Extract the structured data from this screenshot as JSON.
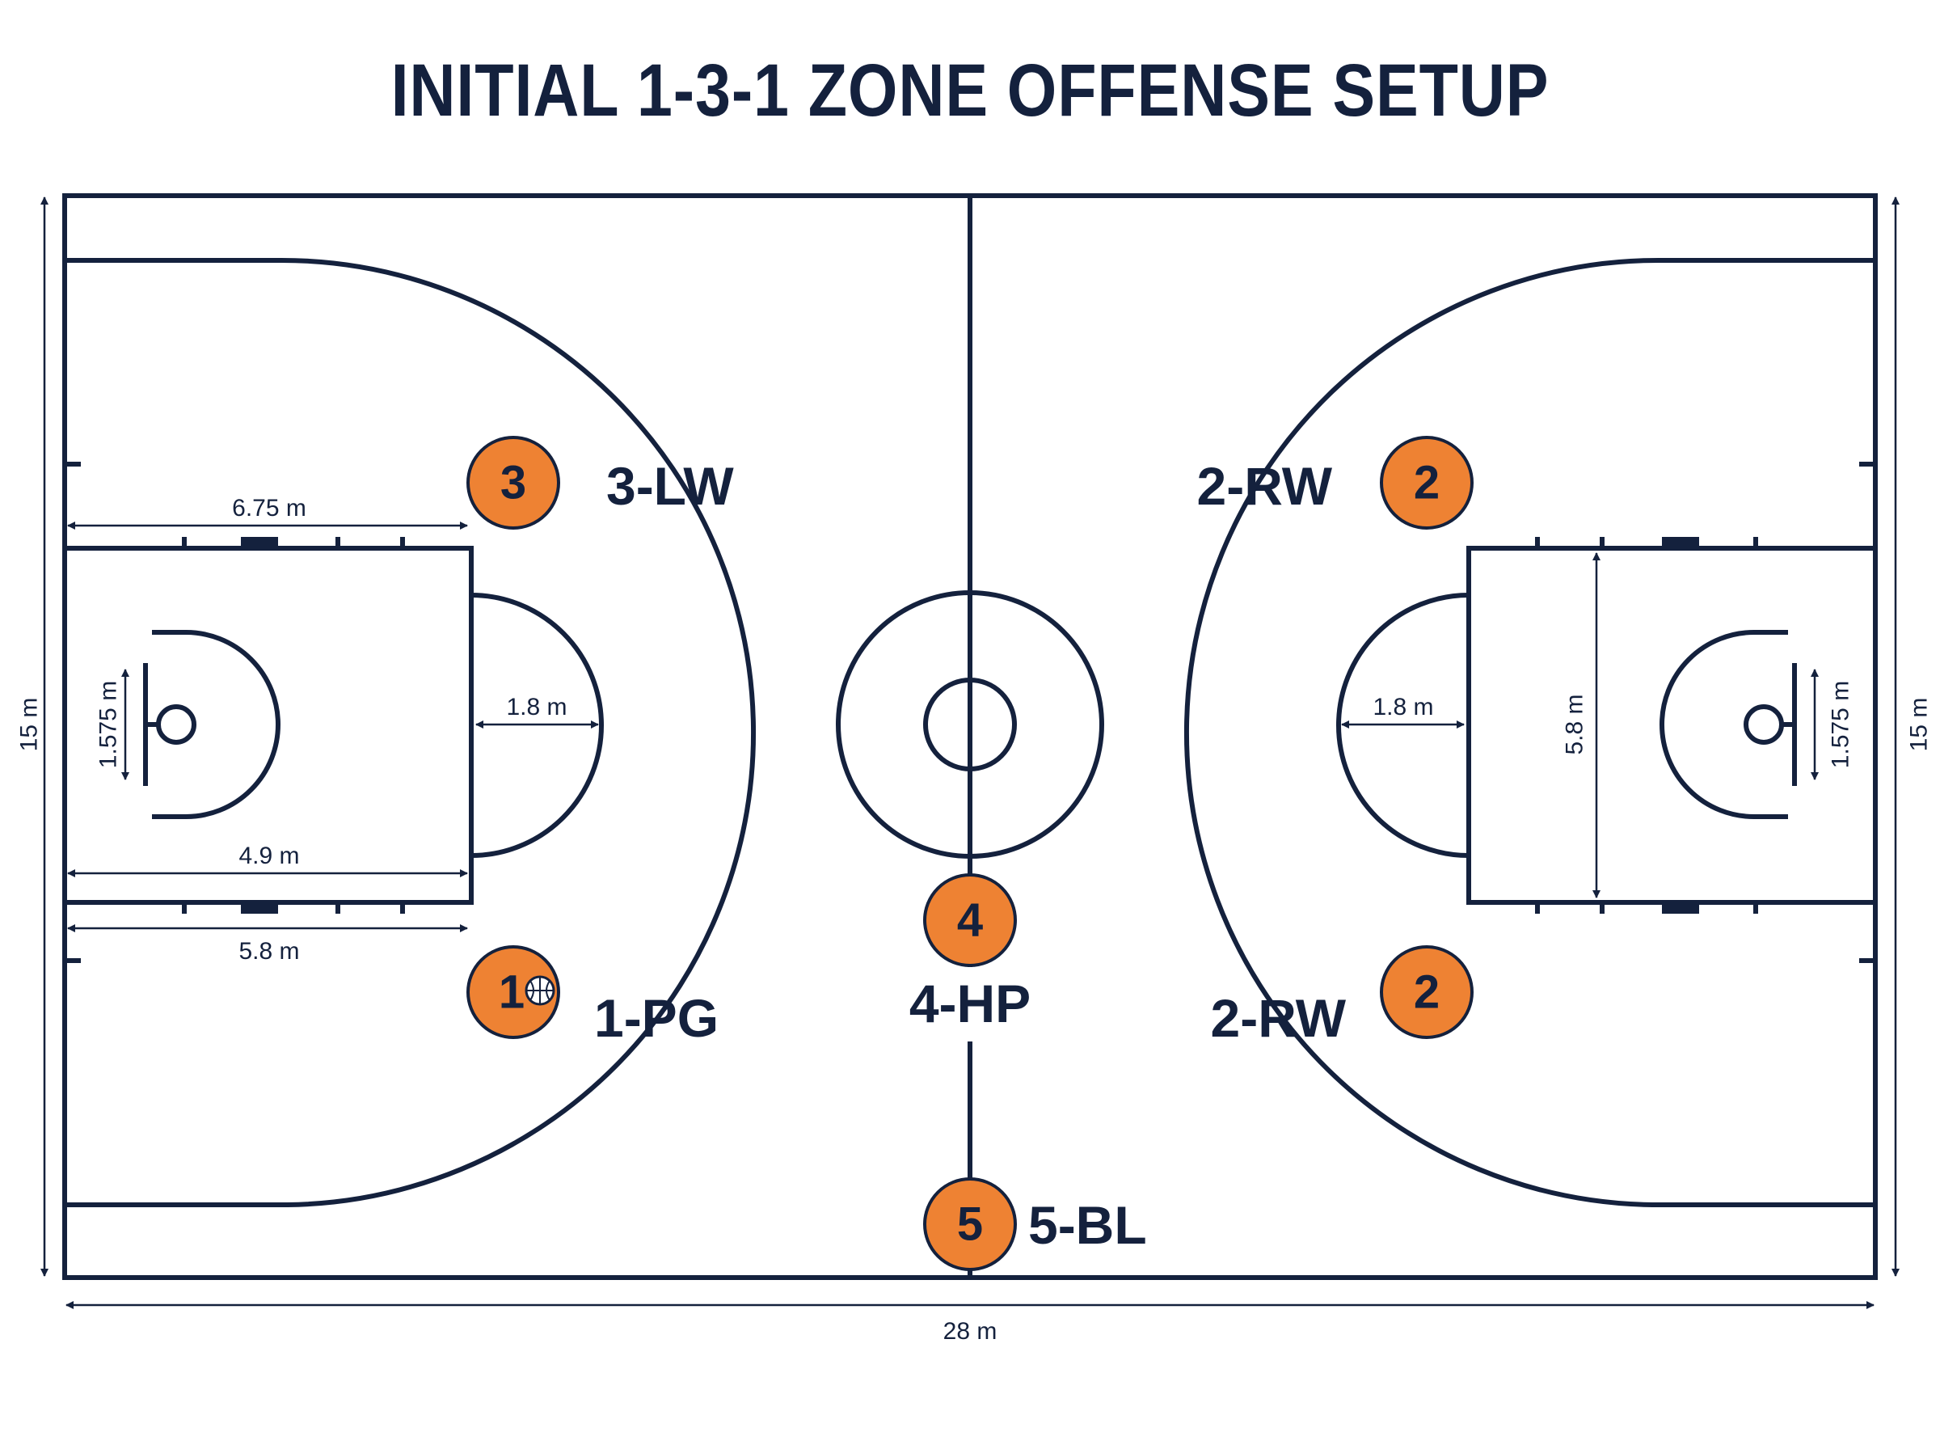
{
  "title": "INITIAL 1-3-1 ZONE OFFENSE SETUP",
  "colors": {
    "line": "#14213d",
    "player_fill": "#ee8233",
    "background": "#ffffff"
  },
  "dimensions": {
    "court_length": "28 m",
    "court_width": "15 m",
    "three_point_distance": "6.75 m",
    "lane_width": "4.9 m",
    "free_throw_distance": "5.8 m",
    "restricted_area": "1.8 m",
    "backboard_offset": "1.575 m",
    "right_lane_length": "5.8 m"
  },
  "players": [
    {
      "number": "3",
      "label": "3-LW"
    },
    {
      "number": "2",
      "label": "2-RW"
    },
    {
      "number": "4",
      "label": "4-HP"
    },
    {
      "number": "1",
      "label": "1-PG",
      "has_ball": true
    },
    {
      "number": "2",
      "label": "2-RW"
    },
    {
      "number": "5",
      "label": "5-BL"
    }
  ]
}
